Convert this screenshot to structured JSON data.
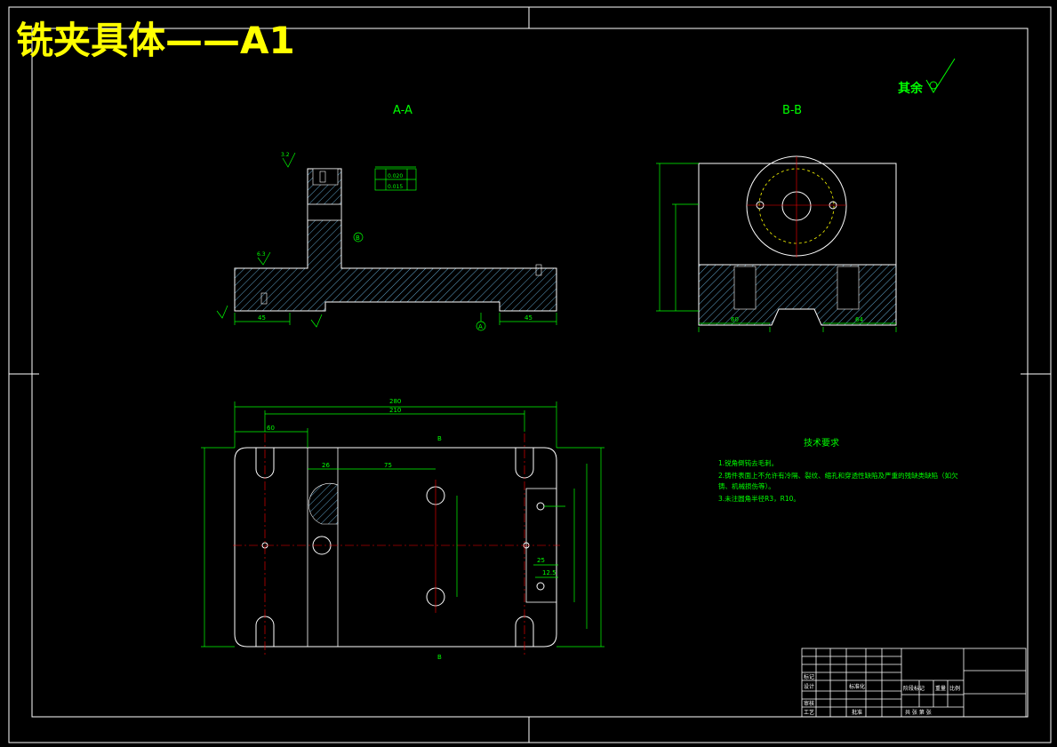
{
  "sheet": {
    "title": "铣夹具体——A1",
    "roughness_note": "其余"
  },
  "views": {
    "section_aa": "A-A",
    "section_bb": "B-B"
  },
  "tech_requirements": {
    "heading": "技术要求",
    "items": [
      "1.锐角倒钝去毛刺。",
      "2.铸件表面上不允许有冷隔、裂纹、缩孔和穿透性缺陷及严重的残缺类缺陷（如欠",
      "铸、机械损伤等）。",
      "3.未注圆角半径R3，R10。"
    ]
  },
  "dimensions": {
    "aa_left_45": "45",
    "aa_right_45": "45",
    "bb_60": "60",
    "bb_64": "64",
    "plan_280": "280",
    "plan_210": "210",
    "plan_60": "60",
    "plan_26": "26",
    "plan_75": "75",
    "plan_25": "25",
    "plan_12_5": "12.5"
  },
  "labels": {
    "datum_a": "A",
    "datum_b": "B",
    "fcf_1": "0.020",
    "fcf_2": "0.015",
    "ra_32": "3.2",
    "ra_63": "6.3"
  },
  "title_block": {
    "stage": "阶段标记",
    "weight": "重量",
    "ratio": "比例",
    "sheets": "共  张  第  张",
    "design": "设计",
    "audit": "审核",
    "process": "工艺",
    "approve": "批准",
    "standard": "标准化",
    "mark": "标记"
  }
}
